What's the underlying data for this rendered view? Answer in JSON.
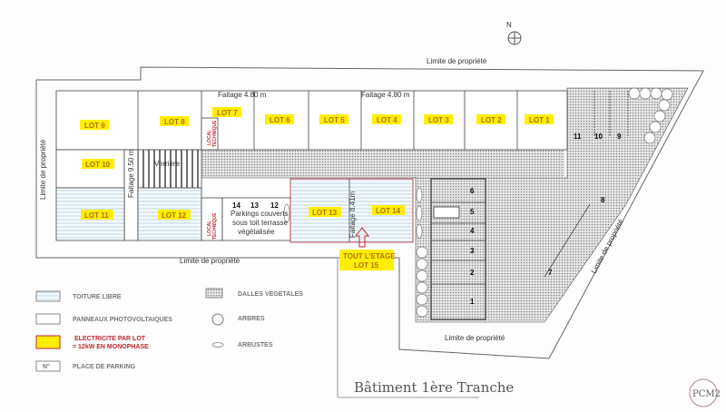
{
  "compass": {
    "label": "N"
  },
  "boundary_label": "Limite de propriété",
  "faitage": {
    "top_left": "Faitage 4.80 m",
    "top_right": "Faitage 4.80 m",
    "left": "Faitage 9.50 m",
    "center": "Faitage 8.41m"
  },
  "lots": [
    "LOT 1",
    "LOT 2",
    "LOT 3",
    "LOT 4",
    "LOT 5",
    "LOT 6",
    "LOT 7",
    "LOT 8",
    "LOT 9",
    "LOT 10",
    "LOT 11",
    "LOT 12",
    "LOT 13",
    "LOT 14"
  ],
  "lot15": {
    "line1": "TOUT L'ETAGE",
    "line2": "LOT 15"
  },
  "local_technique": [
    "LOCAL",
    "TECHNIQUE"
  ],
  "verriere": "Verrière",
  "covered_parking": {
    "line1": "Parkings couverts",
    "line2": "sous toit terrasse",
    "line3": "végétalisée"
  },
  "parking_numbers": [
    "1",
    "2",
    "3",
    "4",
    "5",
    "6",
    "7",
    "8",
    "9",
    "10",
    "11",
    "12",
    "13",
    "14"
  ],
  "legend": {
    "toiture": "TOITURE LIBRE",
    "panneaux": "PANNEAUX PHOTOVOLTAIQUES",
    "electricite_1": "ELECTRICITE PAR LOT",
    "electricite_2": "= 12kW EN MONOPHASE",
    "parking_symbol": "N°",
    "parking": "PLACE DE PARKING",
    "dalles": "DALLES VEGETALES",
    "arbres": "ARBRES",
    "arbustes": "ARBUSTES"
  },
  "title": "Bâtiment 1ère Tranche",
  "stamp": "PCM2",
  "colors": {
    "lot_highlight": "#ffee00",
    "red_accent": "#c0282d",
    "roof_lines": "#9fc3d6"
  }
}
